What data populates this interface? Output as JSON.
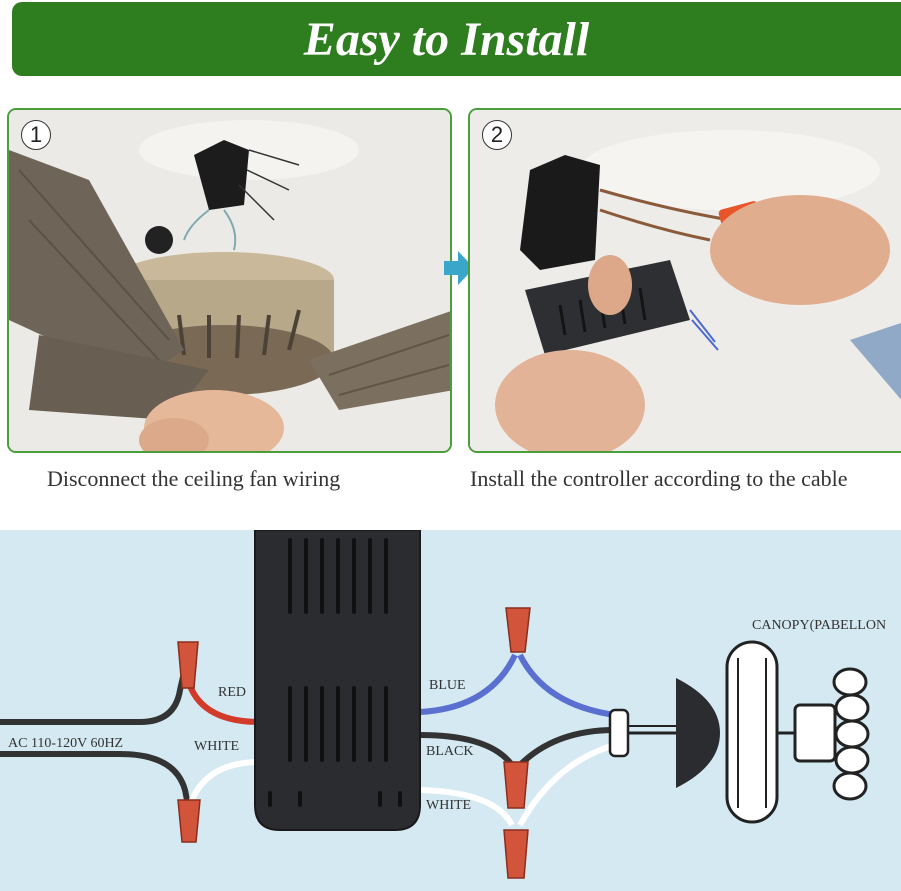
{
  "header": {
    "title": "Easy to Install"
  },
  "steps": [
    {
      "number": "1",
      "caption": "Disconnect the ceiling fan wiring"
    },
    {
      "number": "2",
      "caption": "Install the controller according to the cable"
    }
  ],
  "diagram": {
    "ac_label": "AC 110-120V 60HZ",
    "red_label": "RED",
    "white_left_label": "WHITE",
    "blue_label": "BLUE",
    "black_label": "BLACK",
    "white_right_label": "WHITE",
    "canopy_label": "CANOPY(PABELLON"
  },
  "colors": {
    "banner": "#2e7d1e",
    "panel_border": "#4a9e3c",
    "diagram_bg": "#d4e9f1",
    "arrow": "#3aa6c9",
    "wire_black": "#333333",
    "wire_red": "#d23a2a",
    "wire_blue": "#5a6fcf",
    "wire_white": "#ffffff",
    "connector": "#d2543a"
  }
}
